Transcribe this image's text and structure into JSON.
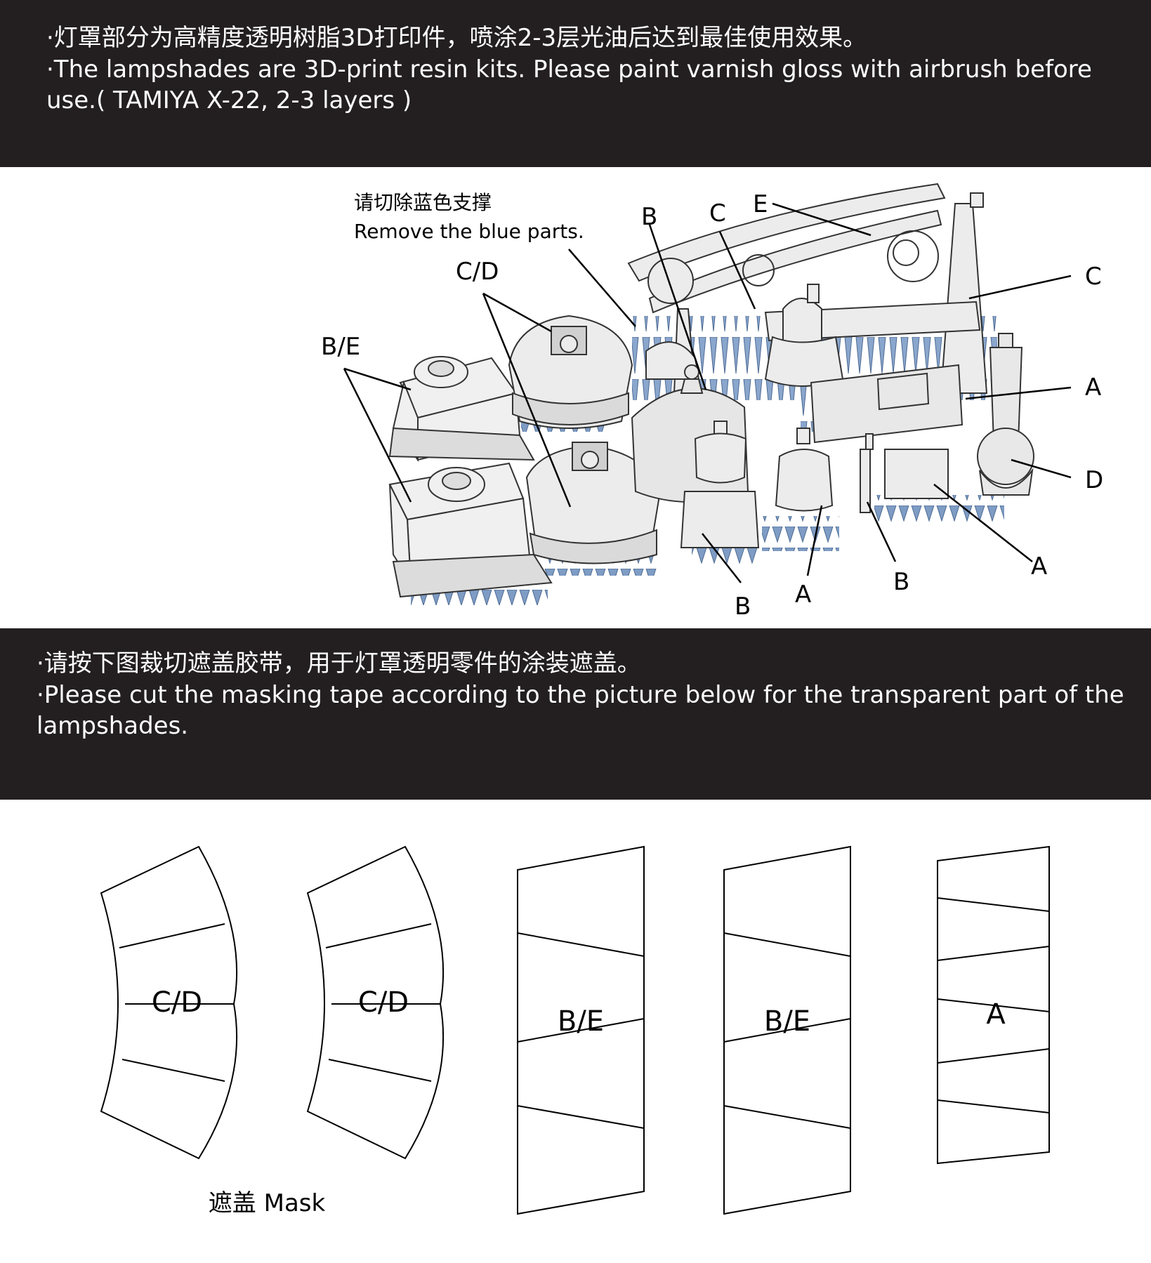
{
  "top_notice": {
    "zh": "·灯罩部分为高精度透明树脂3D打印件，喷涂2-3层光油后达到最佳使用效果。",
    "en_line1": "·The lampshades are 3D-print resin kits. Please paint varnish gloss with airbrush before",
    "en_line2": "use.( TAMIYA X-22, 2-3 layers )"
  },
  "figure": {
    "note_zh": "请切除蓝色支撑",
    "note_en": "Remove the blue parts.",
    "labels": {
      "be": "B/E",
      "cd": "C/D",
      "b_top": "B",
      "c_top": "C",
      "e_top": "E",
      "c_right": "C",
      "a_right": "A",
      "d_right": "D",
      "a_lower_right": "A",
      "b_bottom_right": "B",
      "a_bottom": "A",
      "b_bottom": "B"
    },
    "colors": {
      "support_blue": "#7e9cc4",
      "part_grey": "#e6e6e6"
    }
  },
  "mid_notice": {
    "zh": "·请按下图裁切遮盖胶带，用于灯罩透明零件的涂装遮盖。",
    "en_line1": "·Please cut the masking tape according to the picture below for the transparent part of the",
    "en_line2": "lampshades."
  },
  "masks": {
    "cd1": "C/D",
    "cd2": "C/D",
    "be1": "B/E",
    "be2": "B/E",
    "a": "A",
    "caption": "遮盖 Mask"
  }
}
